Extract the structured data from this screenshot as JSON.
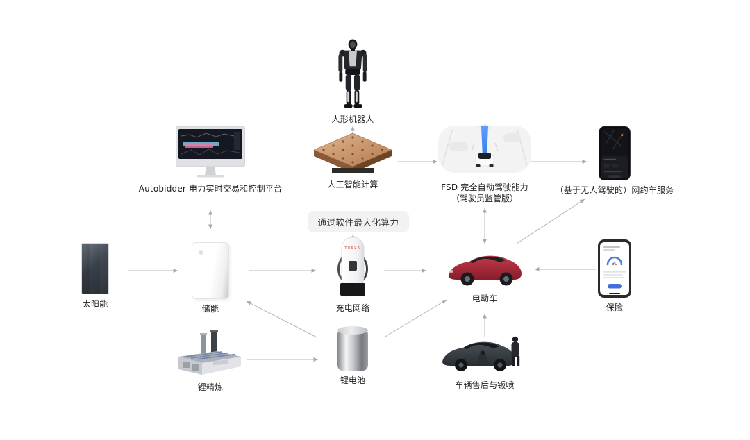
{
  "diagram": {
    "badge": {
      "label": "通过软件最大化算力"
    },
    "nodes": {
      "robot": {
        "label": "人形机器人"
      },
      "autobidder": {
        "label": "Autobidder 电力实时交易和控制平台"
      },
      "ai": {
        "label": "人工智能计算"
      },
      "fsd": {
        "label_line1": "FSD 完全自动驾驶能力",
        "label_line2": "（驾驶员监管版）"
      },
      "ridehailing": {
        "label": "（基于无人驾驶的）网约车服务"
      },
      "solar": {
        "label": "太阳能"
      },
      "storage": {
        "label": "储能"
      },
      "charging": {
        "label": "充电网络",
        "brand": "TESLA"
      },
      "ev": {
        "label": "电动车"
      },
      "insurance": {
        "label": "保险",
        "score": "90"
      },
      "refining": {
        "label": "锂精炼"
      },
      "battery": {
        "label": "锂电池"
      },
      "aftersales": {
        "label": "车辆售后与钣喷"
      }
    },
    "colors": {
      "arrow": "#b5b5b5",
      "badge_bg": "#f2f2f2",
      "label": "#1f1f1f",
      "accent_blue": "#3f8cfd",
      "car_red": "#a62433"
    }
  }
}
